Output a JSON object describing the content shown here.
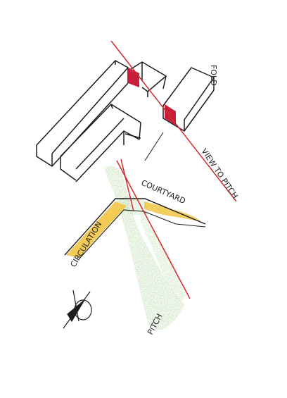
{
  "labels": {
    "view_to_pitch": "VIEW TO PITCH",
    "courtyard": "COURTYARD",
    "circulation": "CIRCULATION",
    "pitch": "PITCH",
    "fold": "FOLD"
  },
  "colors": {
    "ink": "#1c1c1c",
    "sight_line": "#d12a2a",
    "accent_fill": "#c81e3a",
    "circulation": "#f2c84b",
    "courtyard": "#f0c24a",
    "pitch": "#6fae4a"
  },
  "icons": {
    "north_arrow": "north-arrow-icon"
  }
}
